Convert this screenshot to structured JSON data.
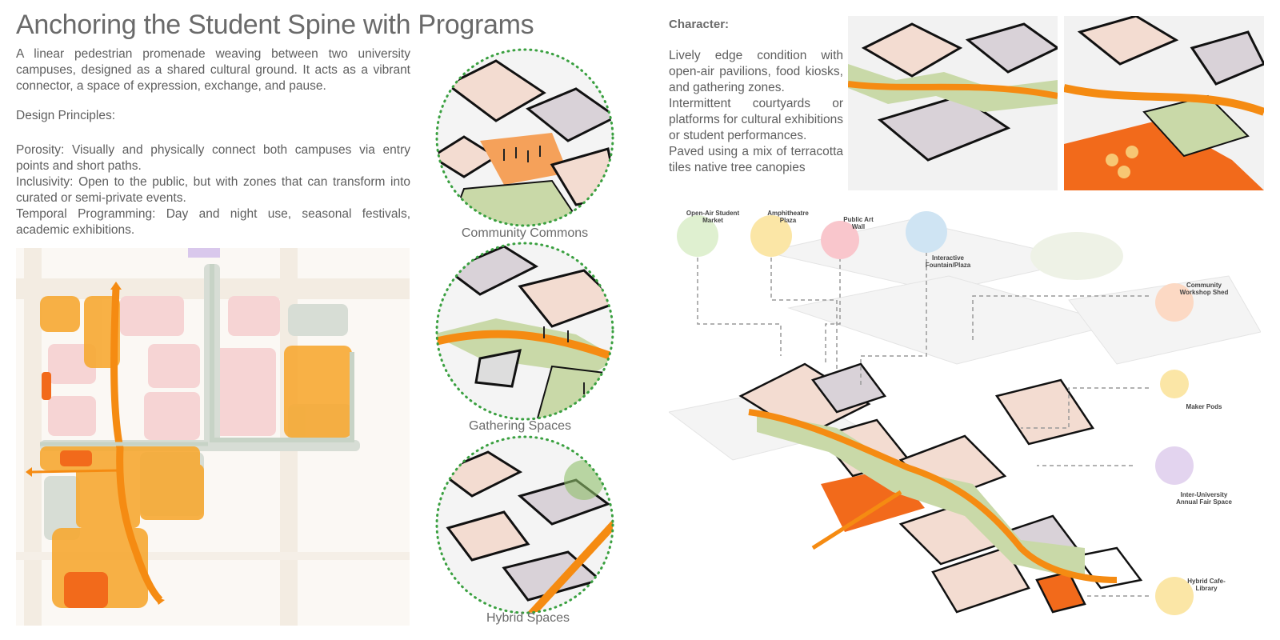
{
  "title": "Anchoring the Student Spine with Programs",
  "intro": "A linear pedestrian promenade weaving between two university campuses, designed as a shared cultural ground. It acts as a vibrant connector, a space of expression, exchange, and pause.",
  "design_principles": {
    "heading": "Design Principles:",
    "items": [
      "Porosity: Visually and physically connect both campuses via entry points and short paths.",
      "Inclusivity: Open to the public, but with zones that can transform into curated or semi-private events.",
      "Temporal Programming: Day and night use, seasonal festivals, academic exhibitions."
    ]
  },
  "character": {
    "heading": "Character:",
    "items": [
      "Lively edge condition with open-air pavilions, food kiosks, and gathering zones.",
      "Intermittent courtyards or platforms for cultural exhibitions or student performances.",
      "Paved using a mix of terracotta tiles native tree canopies"
    ]
  },
  "vignettes": [
    {
      "caption": "Community Commons"
    },
    {
      "caption": "Gathering Spaces"
    },
    {
      "caption": "Hybrid Spaces"
    }
  ],
  "program_labels": {
    "market": "Open-Air Student Market",
    "amphitheatre": "Amphitheatre Plaza",
    "artwall": "Public Art Wall",
    "fountain": "Interactive Fountain/Plaza",
    "workshop": "Community Workshop Shed",
    "maker": "Maker Pods",
    "fair": "Inter-University Annual Fair Space",
    "cafe": "Hybrid Cafe-Library"
  },
  "colors": {
    "orange": "#f7a933",
    "deep_orange": "#f26a1b",
    "pink_block": "#f6d4d4",
    "green_grey": "#d7ddd5",
    "dotted_green": "#3aa040",
    "road": "#f3ece2"
  }
}
